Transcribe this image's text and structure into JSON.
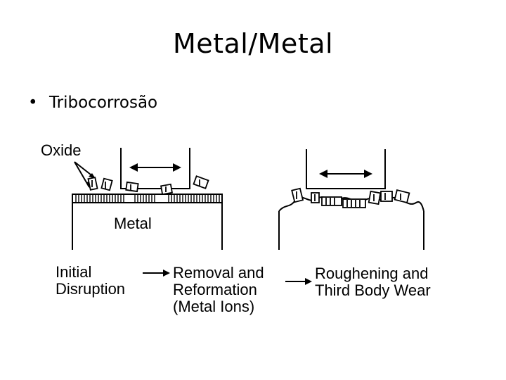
{
  "slide": {
    "title": "Metal/Metal",
    "bullets": [
      "Tribocorrosão"
    ]
  },
  "diagram": {
    "labels": {
      "oxide": "Oxide",
      "metal": "Metal"
    },
    "stages": [
      {
        "line1": "Initial",
        "line2": "Disruption",
        "line3": ""
      },
      {
        "line1": "Removal and",
        "line2": "Reformation",
        "line3": "(Metal Ions)"
      },
      {
        "line1": "Roughening and",
        "line2": "Third Body Wear",
        "line3": ""
      }
    ]
  }
}
